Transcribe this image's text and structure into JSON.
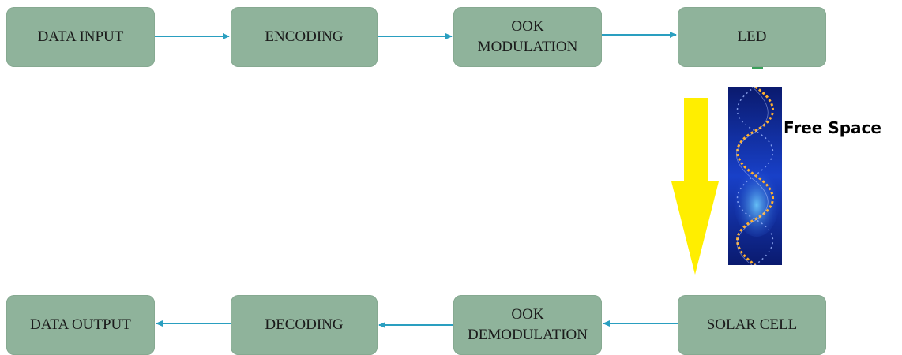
{
  "blocks": {
    "data_input": "DATA INPUT",
    "encoding": "ENCODING",
    "ook_mod_1": "OOK",
    "ook_mod_2": "MODULATION",
    "led": "LED",
    "solar_cell": "SOLAR CELL",
    "ook_demod_1": "OOK",
    "ook_demod_2": "DEMODULATION",
    "decoding": "DECODING",
    "data_output": "DATA OUTPUT"
  },
  "free_space_label": "Free Space",
  "colors": {
    "block_fill": "#8fb39b",
    "connector": "#2a9fc0",
    "beam_arrow": "#ffee00",
    "wave_background": "#0a1a6e"
  },
  "icons": {
    "beam": "downward-light-arrow",
    "wave": "helix-wave-image"
  }
}
